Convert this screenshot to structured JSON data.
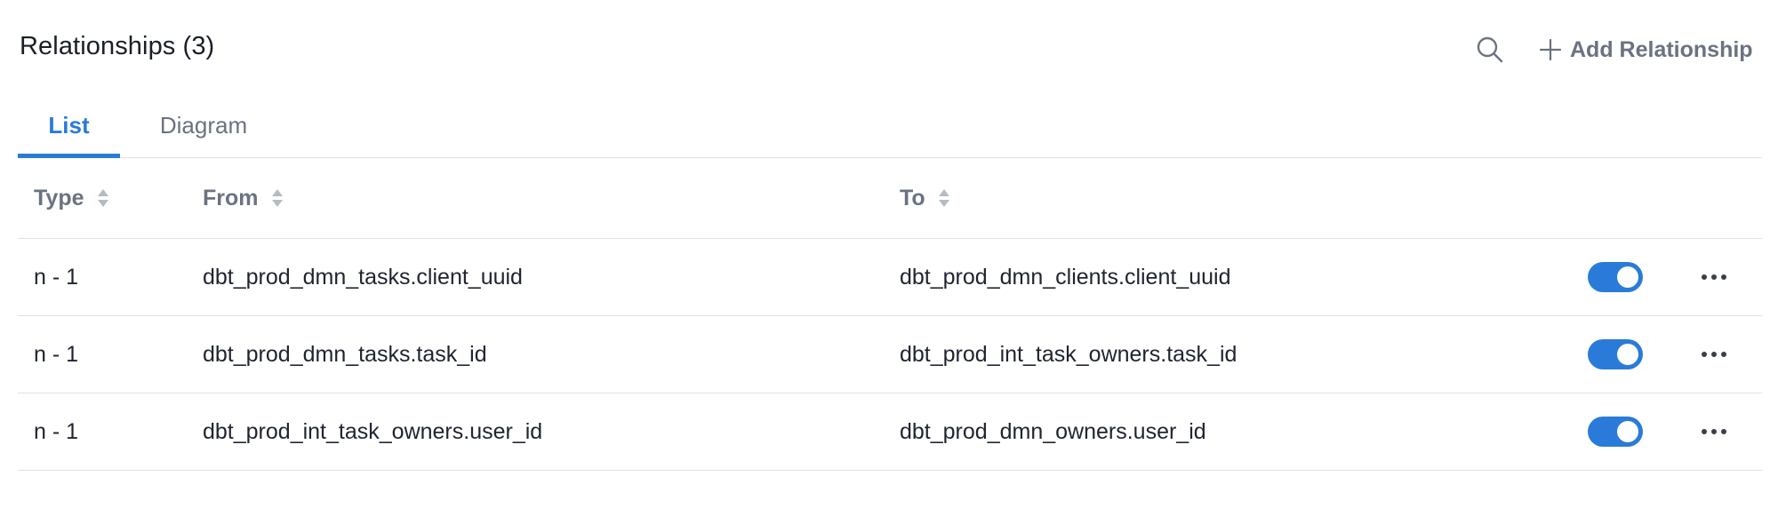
{
  "header": {
    "title": "Relationships (3)",
    "search_icon": "search-icon",
    "add_label": "Add Relationship",
    "add_icon": "plus-icon"
  },
  "tabs": [
    {
      "label": "List",
      "active": true
    },
    {
      "label": "Diagram",
      "active": false
    }
  ],
  "table": {
    "columns": [
      "Type",
      "From",
      "To"
    ],
    "rows": [
      {
        "type": "n - 1",
        "from": "dbt_prod_dmn_tasks.client_uuid",
        "to": "dbt_prod_dmn_clients.client_uuid",
        "enabled": true
      },
      {
        "type": "n - 1",
        "from": "dbt_prod_dmn_tasks.task_id",
        "to": "dbt_prod_int_task_owners.task_id",
        "enabled": true
      },
      {
        "type": "n - 1",
        "from": "dbt_prod_int_task_owners.user_id",
        "to": "dbt_prod_dmn_owners.user_id",
        "enabled": true
      }
    ]
  },
  "colors": {
    "accent": "#2a7bd9",
    "muted": "#6b7280",
    "text": "#1f2430",
    "divider": "#dfe2e6"
  }
}
